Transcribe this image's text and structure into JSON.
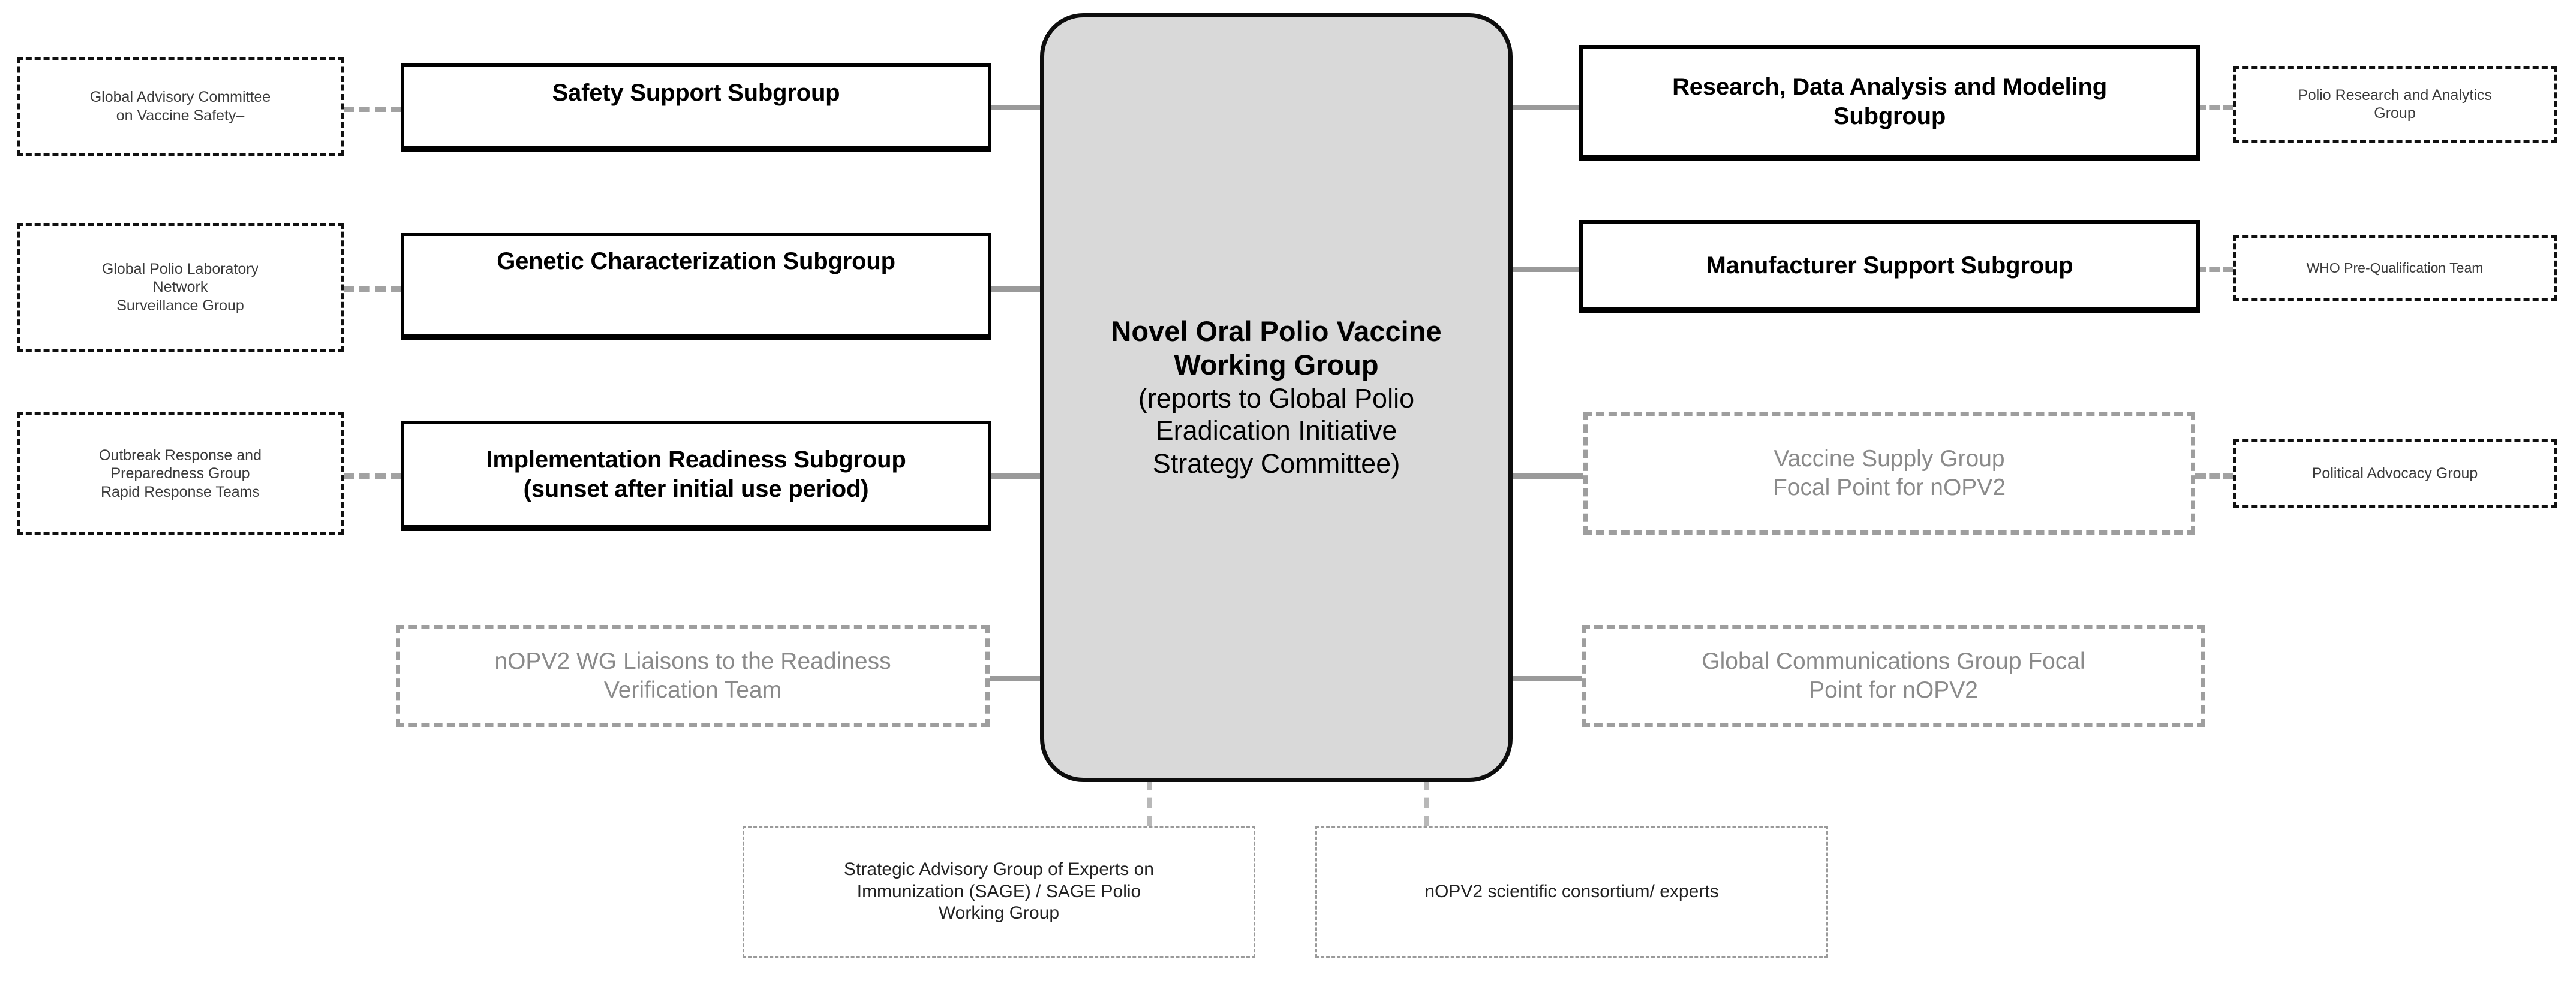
{
  "diagram": {
    "title": "Novel Oral Polio Vaccine Working Group structure",
    "colors": {
      "hub_fill": "#d9d9d9",
      "hub_border": "#0d0d0d",
      "subgroup_border": "#000000",
      "partner_border": "#111111",
      "gray_block_border": "#9e9e9e",
      "gray_block_text": "#8a8a8a",
      "connector": "#9a9a9a"
    }
  },
  "hub": {
    "title_line1": "Novel Oral Polio Vaccine",
    "title_line2": "Working Group",
    "sub_line1": "(reports to Global Polio",
    "sub_line2": "Eradication Initiative",
    "sub_line3": "Strategy Committee)"
  },
  "left_partners": [
    {
      "id": "gacvs",
      "line1": "Global Advisory Committee",
      "line2": "on Vaccine Safety–"
    },
    {
      "id": "gpln",
      "line1": "Global Polio Laboratory",
      "line2": "Network",
      "line3": "Surveillance Group"
    },
    {
      "id": "orpg",
      "line1": "Outbreak Response and",
      "line2": "Preparedness Group",
      "line3": "Rapid Response Teams"
    }
  ],
  "left_subgroups": [
    {
      "id": "safety-support",
      "line1": "Safety Support Subgroup"
    },
    {
      "id": "genetic-characterization",
      "line1": "Genetic Characterization  Subgroup"
    },
    {
      "id": "implementation-readiness",
      "line1": "Implementation Readiness Subgroup",
      "line2": "(sunset after initial use period)"
    }
  ],
  "right_subgroups": [
    {
      "id": "research-data-modeling",
      "line1": "Research, Data Analysis and Modeling",
      "line2": "Subgroup"
    },
    {
      "id": "manufacturer-support",
      "line1": "Manufacturer Support Subgroup"
    }
  ],
  "right_partners": [
    {
      "id": "polio-research-analytics",
      "line1": "Polio Research and Analytics",
      "line2": "Group"
    },
    {
      "id": "who-prequal",
      "line1": "WHO Pre-Qualification Team"
    },
    {
      "id": "political-advocacy",
      "line1": "Political Advocacy Group"
    }
  ],
  "gray_blocks": [
    {
      "id": "vaccine-supply",
      "line1": "Vaccine Supply Group",
      "line2": "Focal Point for nOPV2"
    },
    {
      "id": "nopv2-wg-liaisons",
      "line1": "nOPV2 WG Liaisons to the Readiness",
      "line2": "Verification Team"
    },
    {
      "id": "global-communications",
      "line1": "Global Communications Group Focal",
      "line2": "Point for nOPV2"
    }
  ],
  "bottom_blocks": [
    {
      "id": "sage",
      "line1": "Strategic Advisory Group of Experts on",
      "line2": "Immunization (SAGE) / SAGE Polio",
      "line3": "Working Group"
    },
    {
      "id": "nopv2-consortium",
      "line1": "nOPV2 scientific consortium/ experts"
    }
  ]
}
